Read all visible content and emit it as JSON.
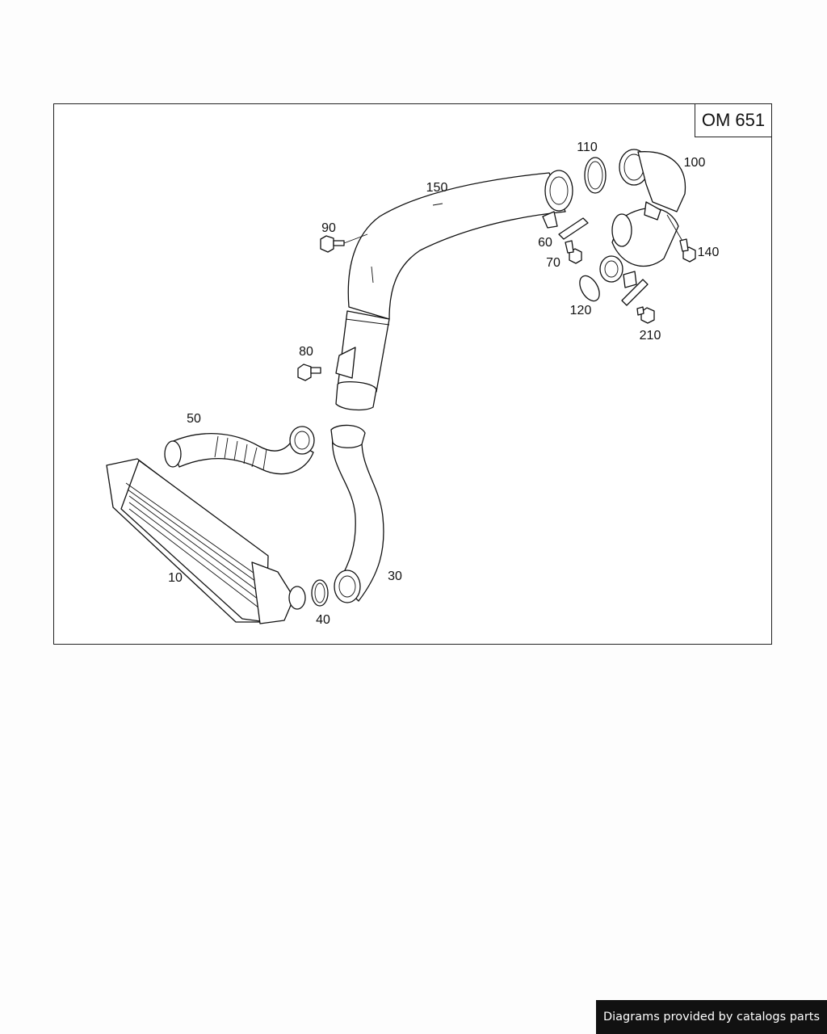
{
  "diagram": {
    "engine_code": "OM 651",
    "callouts": {
      "c10": "10",
      "c30": "30",
      "c40": "40",
      "c50": "50",
      "c60": "60",
      "c70": "70",
      "c80": "80",
      "c90": "90",
      "c100": "100",
      "c110": "110",
      "c120": "120",
      "c140": "140",
      "c150": "150",
      "c210": "210"
    }
  },
  "footer": {
    "credit": "Diagrams provided by catalogs parts"
  }
}
